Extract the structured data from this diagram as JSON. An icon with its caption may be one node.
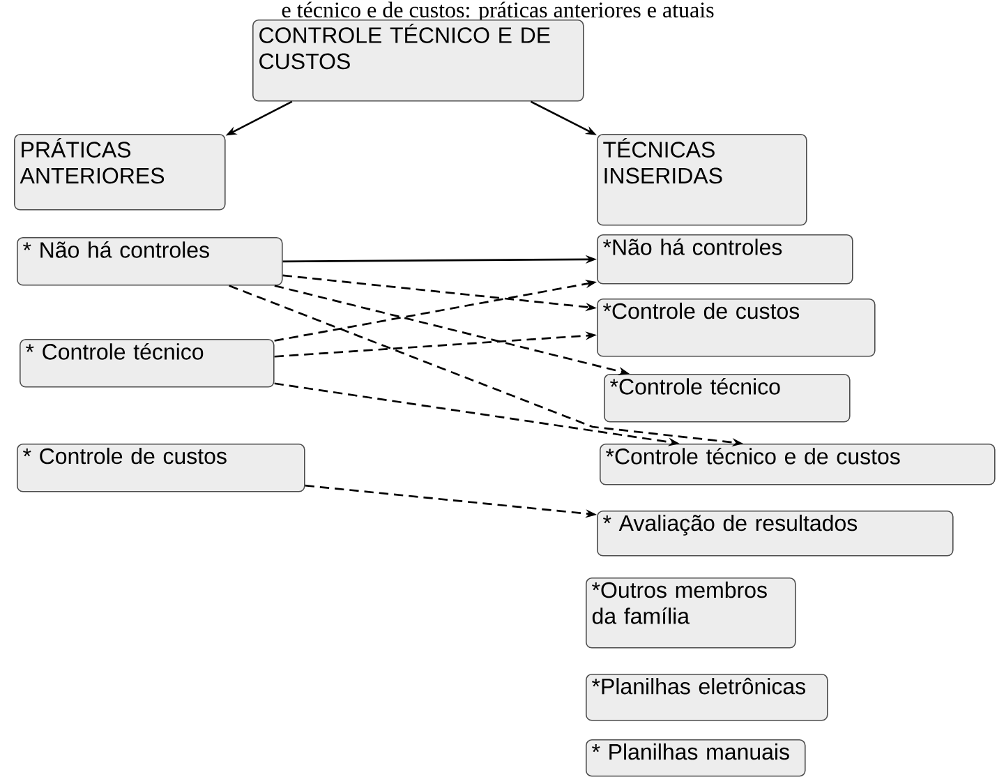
{
  "diagram": {
    "title": "e técnico e de custos: práticas anteriores e atuais",
    "nodes": [
      {
        "text": [
          "CONTROLE TÉCNICO E DE CUSTOS"
        ]
      },
      {
        "text": [
          "PRÁTICAS ANTERIORES"
        ]
      },
      {
        "text": [
          "TÉCNICAS INSERIDAS"
        ]
      },
      {
        "text": [
          "* Não há controles"
        ]
      },
      {
        "text": [
          "* Controle técnico"
        ]
      },
      {
        "text": [
          "* Controle de custos"
        ]
      },
      {
        "text": [
          "*Não há controles"
        ]
      },
      {
        "text": [
          "*Controle de custos"
        ]
      },
      {
        "text": [
          "*Controle técnico"
        ]
      },
      {
        "text": [
          "*Controle técnico e de custos"
        ]
      },
      {
        "text": [
          "* Avaliação de resultados"
        ]
      },
      {
        "text": [
          "*Outros membros da família"
        ]
      },
      {
        "text": [
          "*Planilhas eletrônicas"
        ]
      },
      {
        "text": [
          "* Planilhas manuais"
        ]
      }
    ],
    "edges": [
      {
        "from": 0,
        "to": 1,
        "arrow": "to"
      },
      {
        "from": 0,
        "to": 2,
        "arrow": "to"
      },
      {
        "from": 3,
        "to": 6,
        "arrow": "to"
      },
      {
        "from": 3,
        "to": 7,
        "arrow": "to",
        "style": "dashed"
      },
      {
        "from": 3,
        "to": 8,
        "arrow": "to",
        "style": "dashed"
      },
      {
        "from": 3,
        "to": 9,
        "arrow": "to",
        "style": "dashed"
      },
      {
        "from": 4,
        "to": 6,
        "arrow": "to",
        "style": "dashed"
      },
      {
        "from": 4,
        "to": 7,
        "arrow": "to",
        "style": "dashed"
      },
      {
        "from": 4,
        "to": 9,
        "arrow": "to",
        "style": "dashed"
      },
      {
        "from": 5,
        "to": 10,
        "arrow": "to",
        "style": "dashed"
      }
    ]
  }
}
